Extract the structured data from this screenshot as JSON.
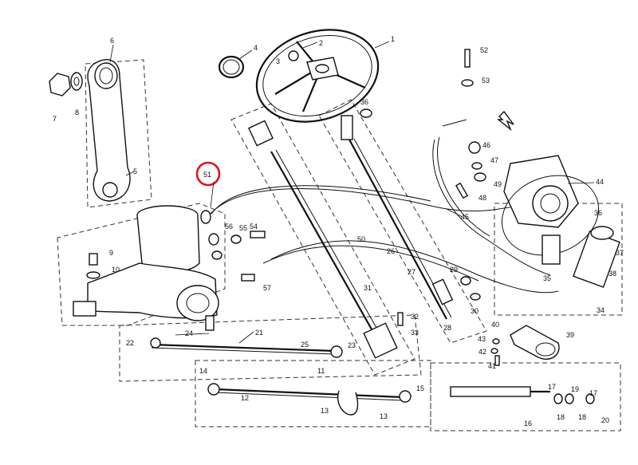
{
  "highlight": {
    "label": "51",
    "color": "#e0131b"
  },
  "callouts": [
    {
      "id": "c1",
      "text": "1"
    },
    {
      "id": "c2",
      "text": "2"
    },
    {
      "id": "c3",
      "text": "3"
    },
    {
      "id": "c4",
      "text": "4"
    },
    {
      "id": "c5",
      "text": "5"
    },
    {
      "id": "c6",
      "text": "6"
    },
    {
      "id": "c7",
      "text": "7"
    },
    {
      "id": "c8",
      "text": "8"
    },
    {
      "id": "c9",
      "text": "9"
    },
    {
      "id": "c10",
      "text": "10"
    },
    {
      "id": "c11",
      "text": "11"
    },
    {
      "id": "c12",
      "text": "12"
    },
    {
      "id": "c13a",
      "text": "13"
    },
    {
      "id": "c13b",
      "text": "13"
    },
    {
      "id": "c14",
      "text": "14"
    },
    {
      "id": "c15",
      "text": "15"
    },
    {
      "id": "c16",
      "text": "16"
    },
    {
      "id": "c17a",
      "text": "17"
    },
    {
      "id": "c17b",
      "text": "17"
    },
    {
      "id": "c18a",
      "text": "18"
    },
    {
      "id": "c18b",
      "text": "18"
    },
    {
      "id": "c19",
      "text": "19"
    },
    {
      "id": "c20",
      "text": "20"
    },
    {
      "id": "c21",
      "text": "21"
    },
    {
      "id": "c22",
      "text": "22"
    },
    {
      "id": "c23",
      "text": "23"
    },
    {
      "id": "c24",
      "text": "24"
    },
    {
      "id": "c25",
      "text": "25"
    },
    {
      "id": "c26",
      "text": "26"
    },
    {
      "id": "c27",
      "text": "27"
    },
    {
      "id": "c28",
      "text": "28"
    },
    {
      "id": "c29",
      "text": "29"
    },
    {
      "id": "c30",
      "text": "30"
    },
    {
      "id": "c31",
      "text": "31"
    },
    {
      "id": "c32",
      "text": "32"
    },
    {
      "id": "c33",
      "text": "33"
    },
    {
      "id": "c34",
      "text": "34"
    },
    {
      "id": "c35",
      "text": "35"
    },
    {
      "id": "c36a",
      "text": "36"
    },
    {
      "id": "c36b",
      "text": "36"
    },
    {
      "id": "c37",
      "text": "37"
    },
    {
      "id": "c38",
      "text": "38"
    },
    {
      "id": "c39",
      "text": "39"
    },
    {
      "id": "c40",
      "text": "40"
    },
    {
      "id": "c41",
      "text": "41"
    },
    {
      "id": "c42",
      "text": "42"
    },
    {
      "id": "c43",
      "text": "43"
    },
    {
      "id": "c44",
      "text": "44"
    },
    {
      "id": "c45",
      "text": "45"
    },
    {
      "id": "c46",
      "text": "46"
    },
    {
      "id": "c47",
      "text": "47"
    },
    {
      "id": "c48",
      "text": "48"
    },
    {
      "id": "c49",
      "text": "49"
    },
    {
      "id": "c50",
      "text": "50"
    },
    {
      "id": "c51",
      "text": "51"
    },
    {
      "id": "c52",
      "text": "52"
    },
    {
      "id": "c53",
      "text": "53"
    },
    {
      "id": "c54",
      "text": "54"
    },
    {
      "id": "c55",
      "text": "55"
    },
    {
      "id": "c56",
      "text": "56"
    },
    {
      "id": "c57",
      "text": "57"
    }
  ]
}
